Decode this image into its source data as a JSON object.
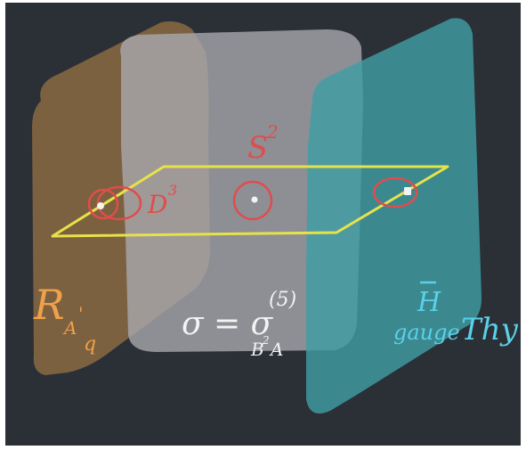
{
  "colors": {
    "board": "#2b3036",
    "brown_slab": "#8a6a42",
    "gray_slab": "#a9abb0",
    "teal_slab": "#3f9ea3",
    "plane": "#e6e24a",
    "red_ink": "#e14c4c",
    "orange_ink": "#f0a04a",
    "white_ink": "#f3f3f3",
    "cyan_ink": "#5ad0ea"
  },
  "labels": {
    "s2": "S",
    "s2_exp": "2",
    "d3": "D",
    "d3_exp": "3",
    "r": "R",
    "r_sub": "A",
    "r_sub_prime": "'",
    "r_sub_q": "q",
    "sigma_lhs": "σ = σ",
    "sigma_sup": "(5)",
    "sigma_sub_b": "B",
    "sigma_sub_sq": "2",
    "sigma_sub_a": "A",
    "hbar": "H",
    "gauge": "gauge",
    "thy": "Thy"
  }
}
